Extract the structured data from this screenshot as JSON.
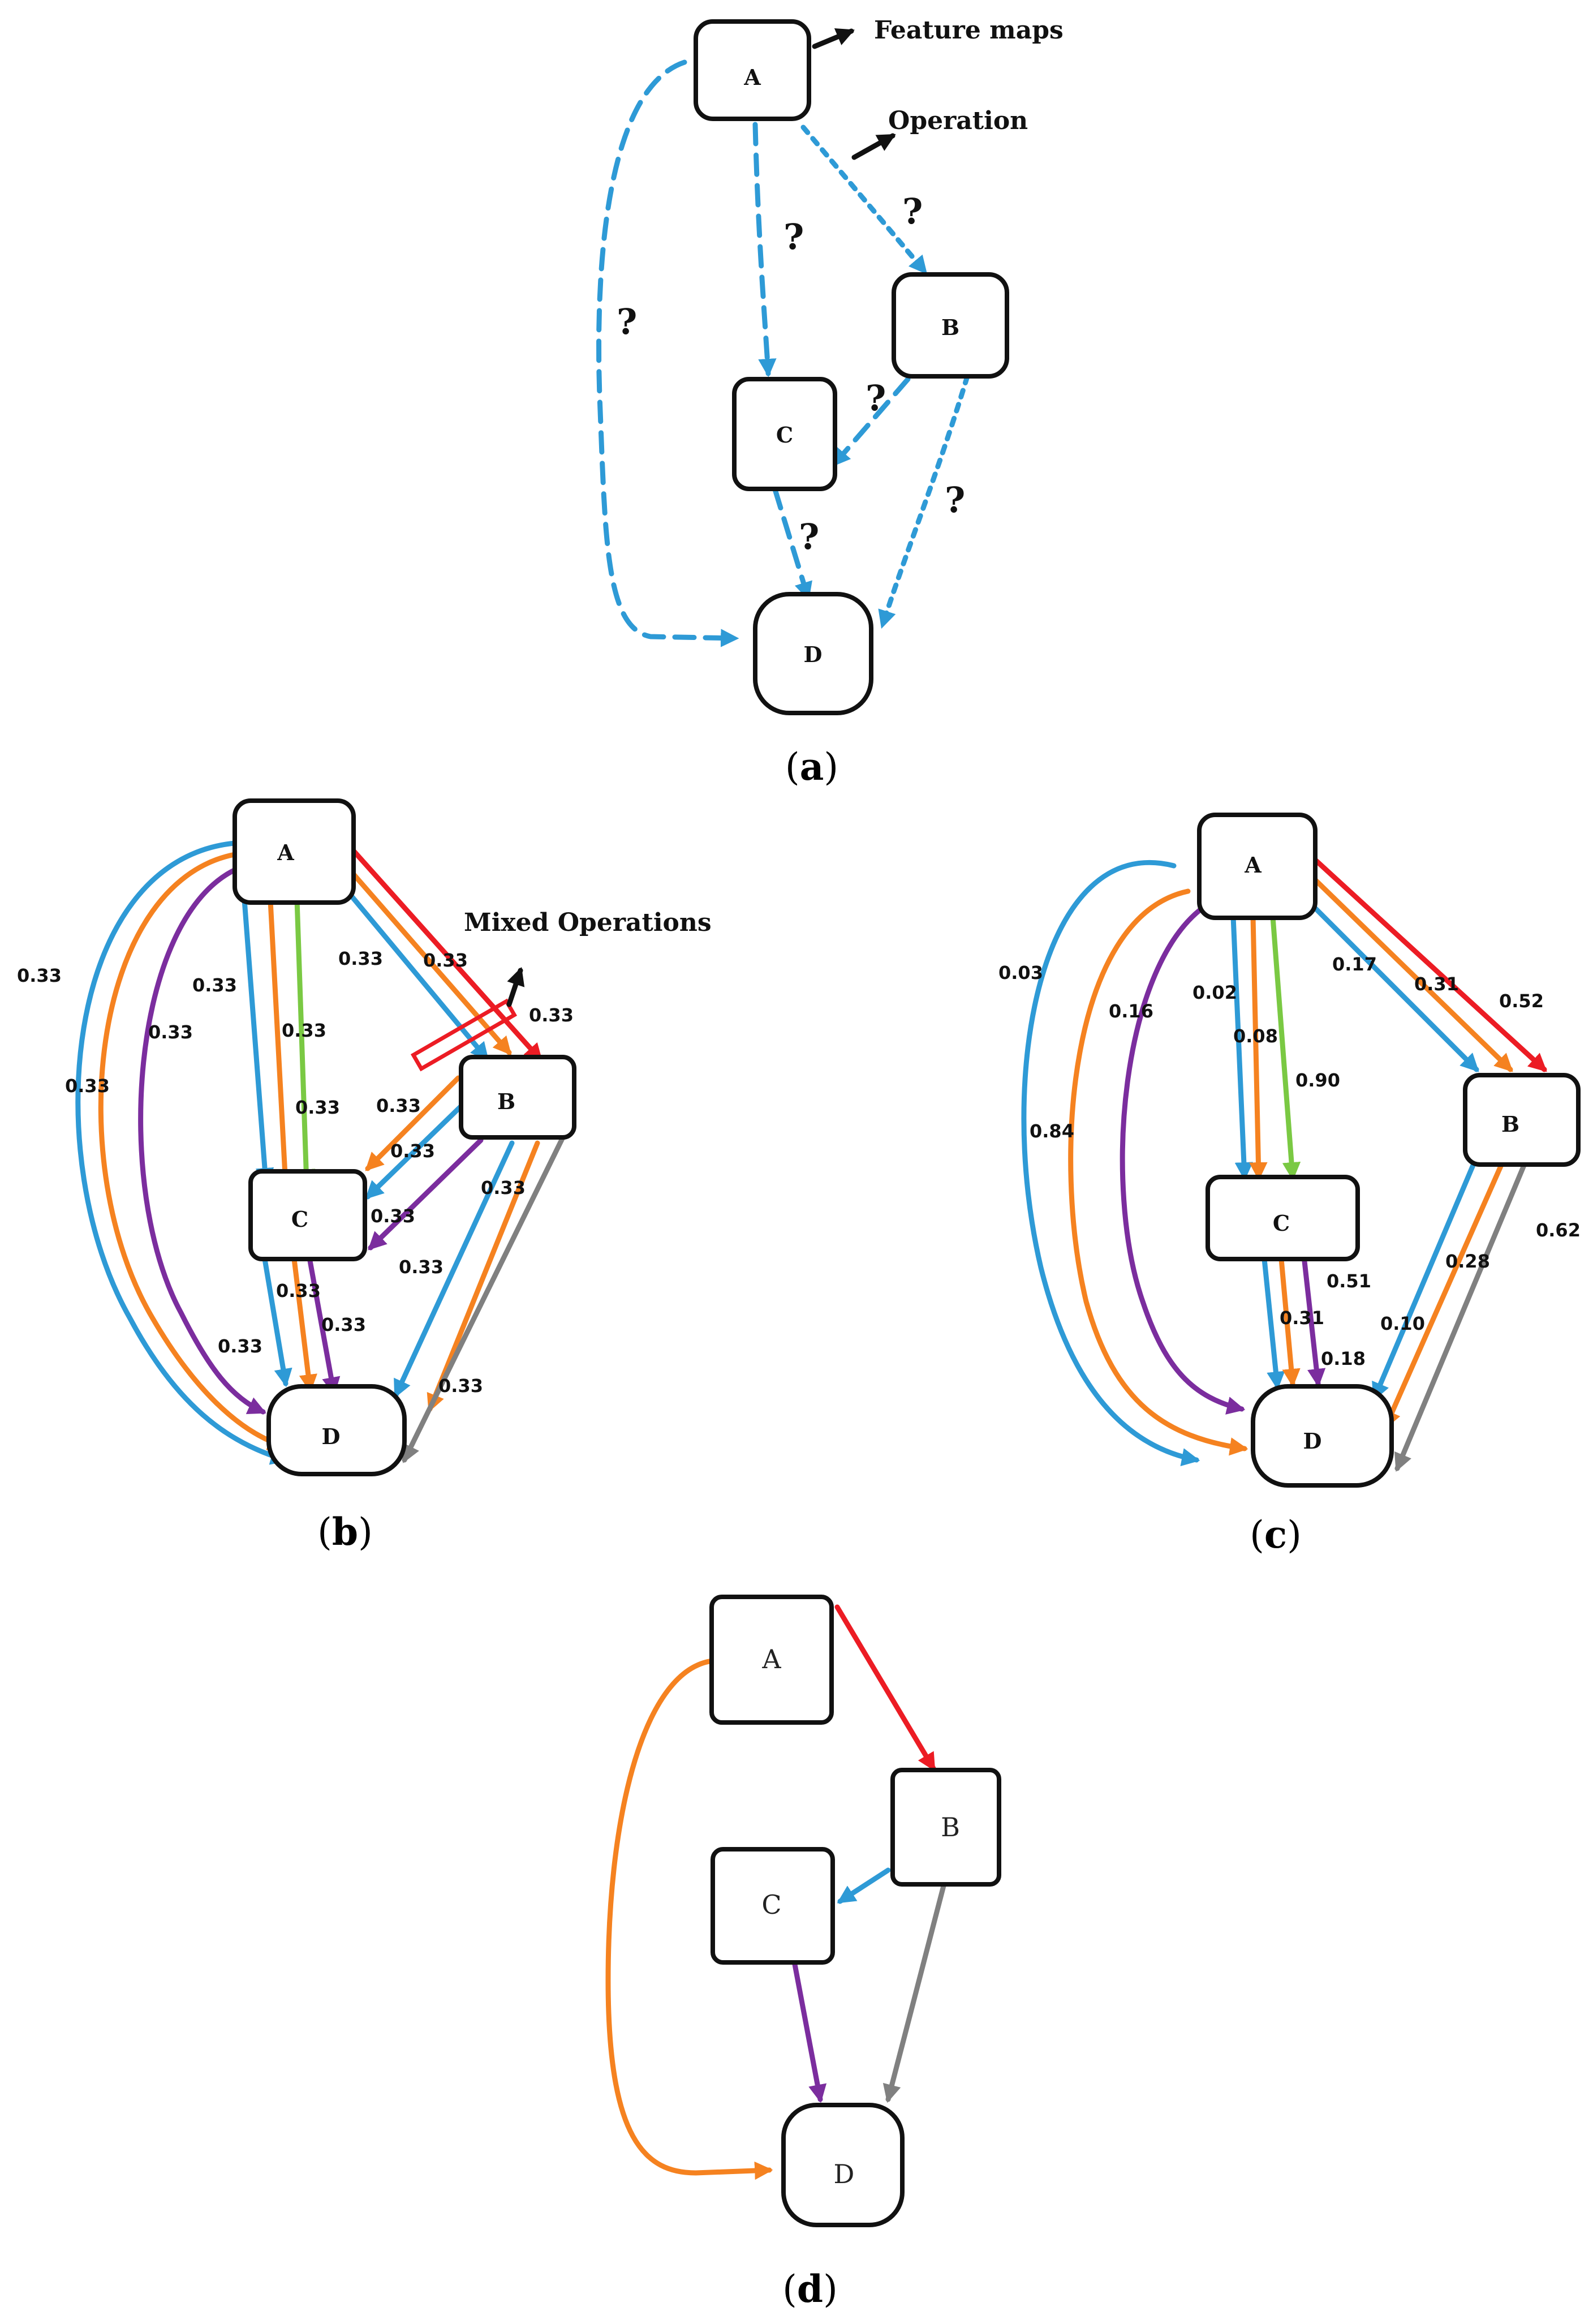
{
  "colors": {
    "blue": "#2e9ad6",
    "orange": "#f58220",
    "green": "#7ac943",
    "purple": "#7b2d9e",
    "red": "#ec1c24",
    "gray": "#808080",
    "black": "#111111"
  },
  "panel_a": {
    "caption": "a",
    "nodes": {
      "A": "A",
      "B": "B",
      "C": "C",
      "D": "D"
    },
    "legend": {
      "feature_maps": "Feature maps",
      "operation": "Operation"
    },
    "unknown_mark": "?"
  },
  "panel_b": {
    "caption": "b",
    "nodes": {
      "A": "A",
      "B": "B",
      "C": "C",
      "D": "D"
    },
    "mixed_label": "Mixed Operations",
    "weights": {
      "w1": "0.33",
      "w2": "0.33",
      "w3": "0.33",
      "w4": "0.33",
      "w5": "0.33",
      "w6": "0.33",
      "w7": "0.33",
      "w8": "0.33",
      "w9": "0.33",
      "w10": "0.33",
      "w11": "0.33",
      "w12": "0.33",
      "w13": "0.33",
      "w14": "0.33",
      "w15": "0.33",
      "w16": "0.33",
      "w17": "0.33",
      "w18": "0.33"
    }
  },
  "panel_c": {
    "caption": "c",
    "nodes": {
      "A": "A",
      "B": "B",
      "C": "C",
      "D": "D"
    },
    "weights": {
      "ad_blue": "0.03",
      "ad_purple": "0.16",
      "ad_orange": "0.84",
      "ac_blue": "0.02",
      "ac_orange": "0.08",
      "ac_green": "0.90",
      "ab_blue": "0.17",
      "ab_orange": "0.31",
      "ab_red": "0.52",
      "cd_purple": "0.51",
      "cd_orange": "0.31",
      "cd_blue": "0.18",
      "bd_orange": "0.28",
      "bd_gray": "0.62",
      "bd_blue": "0.10"
    }
  },
  "panel_d": {
    "caption": "d",
    "nodes": {
      "A": "A",
      "B": "B",
      "C": "C",
      "D": "D"
    }
  }
}
